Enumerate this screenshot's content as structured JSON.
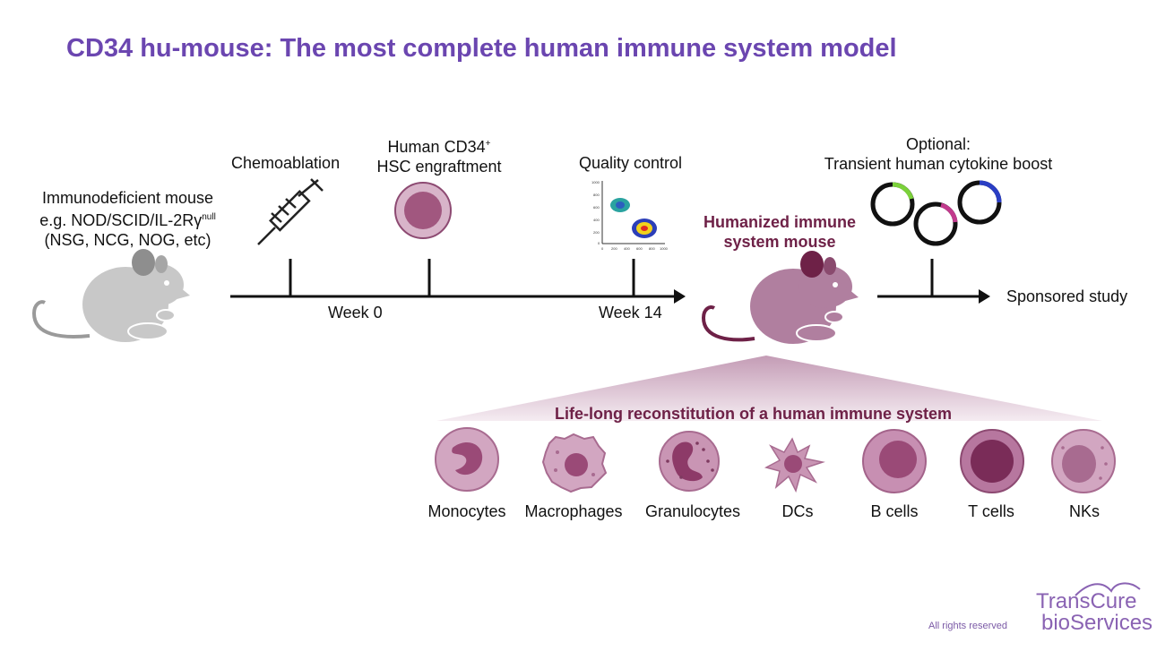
{
  "title": "CD34 hu-mouse: The most complete human immune system model",
  "start_mouse": {
    "line1": "Immunodeficient mouse",
    "line2_prefix": "e.g. NOD/SCID/IL-2Rγ",
    "line2_sup": "null",
    "line3": "(NSG, NCG, NOG, etc)"
  },
  "steps": {
    "chemoablation": "Chemoablation",
    "hsc_line1_prefix": "Human CD34",
    "hsc_line1_sup": "+",
    "hsc_line2": "HSC engraftment",
    "quality_control": "Quality control",
    "optional_line1": "Optional:",
    "optional_line2": "Transient human cytokine boost"
  },
  "timeline": {
    "week0": "Week 0",
    "week14": "Week 14"
  },
  "humanized_mouse": {
    "line1": "Humanized immune",
    "line2": "system mouse"
  },
  "sponsored_study": "Sponsored study",
  "reconstitution": "Life-long reconstitution of a human immune system",
  "cells": [
    {
      "label": "Monocytes"
    },
    {
      "label": "Macrophages"
    },
    {
      "label": "Granulocytes"
    },
    {
      "label": "DCs"
    },
    {
      "label": "B cells"
    },
    {
      "label": "T cells"
    },
    {
      "label": "NKs"
    }
  ],
  "flow_plot": {
    "y_ticks": [
      "1000",
      "800",
      "600",
      "400",
      "200",
      "0"
    ],
    "x_ticks": [
      "0",
      "200",
      "400",
      "600",
      "800",
      "1000"
    ]
  },
  "footer": {
    "rights": "All rights reserved",
    "logo_line1": "TransCure",
    "logo_line2": "bioServices"
  },
  "colors": {
    "title": "#6b46b0",
    "maroon": "#6e2147",
    "mouse_gray": "#c8c8c8",
    "mouse_pink": "#b07f9f",
    "cell_pink": "#c48eb0",
    "logo": "#8a63b3"
  }
}
